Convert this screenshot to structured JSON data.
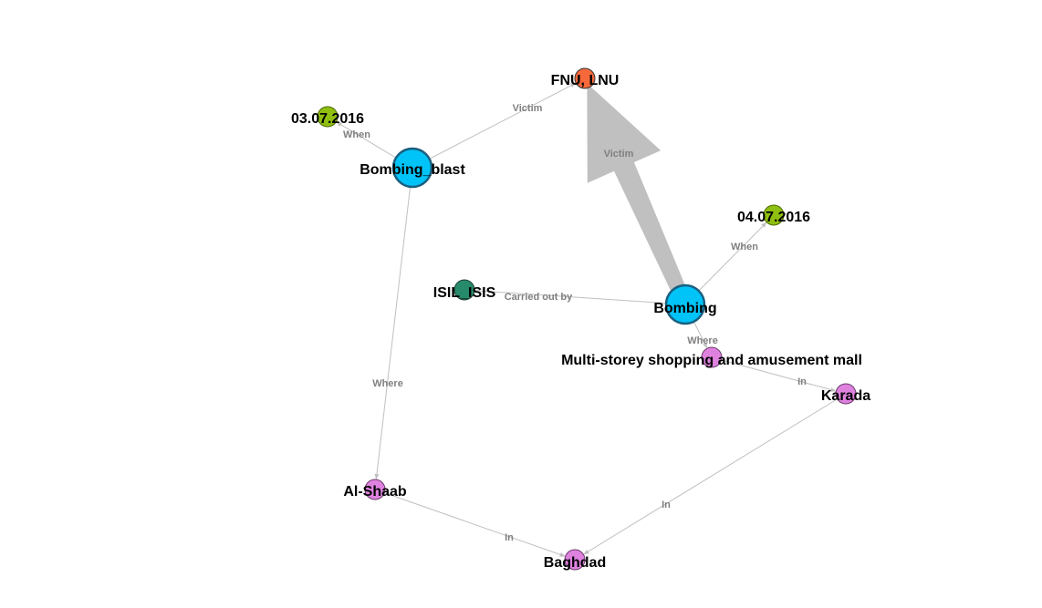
{
  "graph": {
    "nodes": [
      {
        "id": "fnu_lnu",
        "label": "FNU, LNU",
        "color": "#f5693a",
        "stroke": "#333333",
        "type": "person"
      },
      {
        "id": "date_1",
        "label": "03.07.2016",
        "color": "#8fbf10",
        "stroke": "#4a6a00",
        "type": "date"
      },
      {
        "id": "bombing_blast",
        "label": "Bombing_blast",
        "color": "#00c3f7",
        "stroke": "#1a5f80",
        "type": "event"
      },
      {
        "id": "date_2",
        "label": "04.07.2016",
        "color": "#8fbf10",
        "stroke": "#4a6a00",
        "type": "date"
      },
      {
        "id": "isil",
        "label": "ISIL_ISIS",
        "color": "#268a6b",
        "stroke": "#1f3f33",
        "type": "organization"
      },
      {
        "id": "bombing",
        "label": "Bombing",
        "color": "#00c3f7",
        "stroke": "#1a5f80",
        "type": "event"
      },
      {
        "id": "mall",
        "label": "Multi-storey shopping and amusement mall",
        "color": "#df82df",
        "stroke": "#6b3a6b",
        "type": "place"
      },
      {
        "id": "karada",
        "label": "Karada",
        "color": "#df82df",
        "stroke": "#6b3a6b",
        "type": "place"
      },
      {
        "id": "al_shaab",
        "label": "Al-Shaab",
        "color": "#df82df",
        "stroke": "#6b3a6b",
        "type": "place"
      },
      {
        "id": "baghdad",
        "label": "Baghdad",
        "color": "#df82df",
        "stroke": "#6b3a6b",
        "type": "place"
      }
    ],
    "edges": [
      {
        "id": "e1",
        "source": "bombing_blast",
        "target": "fnu_lnu",
        "label": "Victim"
      },
      {
        "id": "e2",
        "source": "bombing_blast",
        "target": "date_1",
        "label": "When"
      },
      {
        "id": "e3",
        "source": "bombing_blast",
        "target": "al_shaab",
        "label": "Where"
      },
      {
        "id": "e4",
        "source": "bombing",
        "target": "fnu_lnu",
        "label": "Victim",
        "emphasis": "thick"
      },
      {
        "id": "e5",
        "source": "bombing",
        "target": "date_2",
        "label": "When"
      },
      {
        "id": "e6",
        "source": "bombing",
        "target": "isil",
        "label": "Carried out by"
      },
      {
        "id": "e7",
        "source": "bombing",
        "target": "mall",
        "label": "Where"
      },
      {
        "id": "e8",
        "source": "mall",
        "target": "karada",
        "label": "In"
      },
      {
        "id": "e9",
        "source": "karada",
        "target": "baghdad",
        "label": "In"
      },
      {
        "id": "e10",
        "source": "al_shaab",
        "target": "baghdad",
        "label": "In"
      }
    ]
  },
  "colors": {
    "edge": "#c0c0c0",
    "edge_label": "#808080",
    "node_label": "#000000",
    "background": "#ffffff"
  }
}
